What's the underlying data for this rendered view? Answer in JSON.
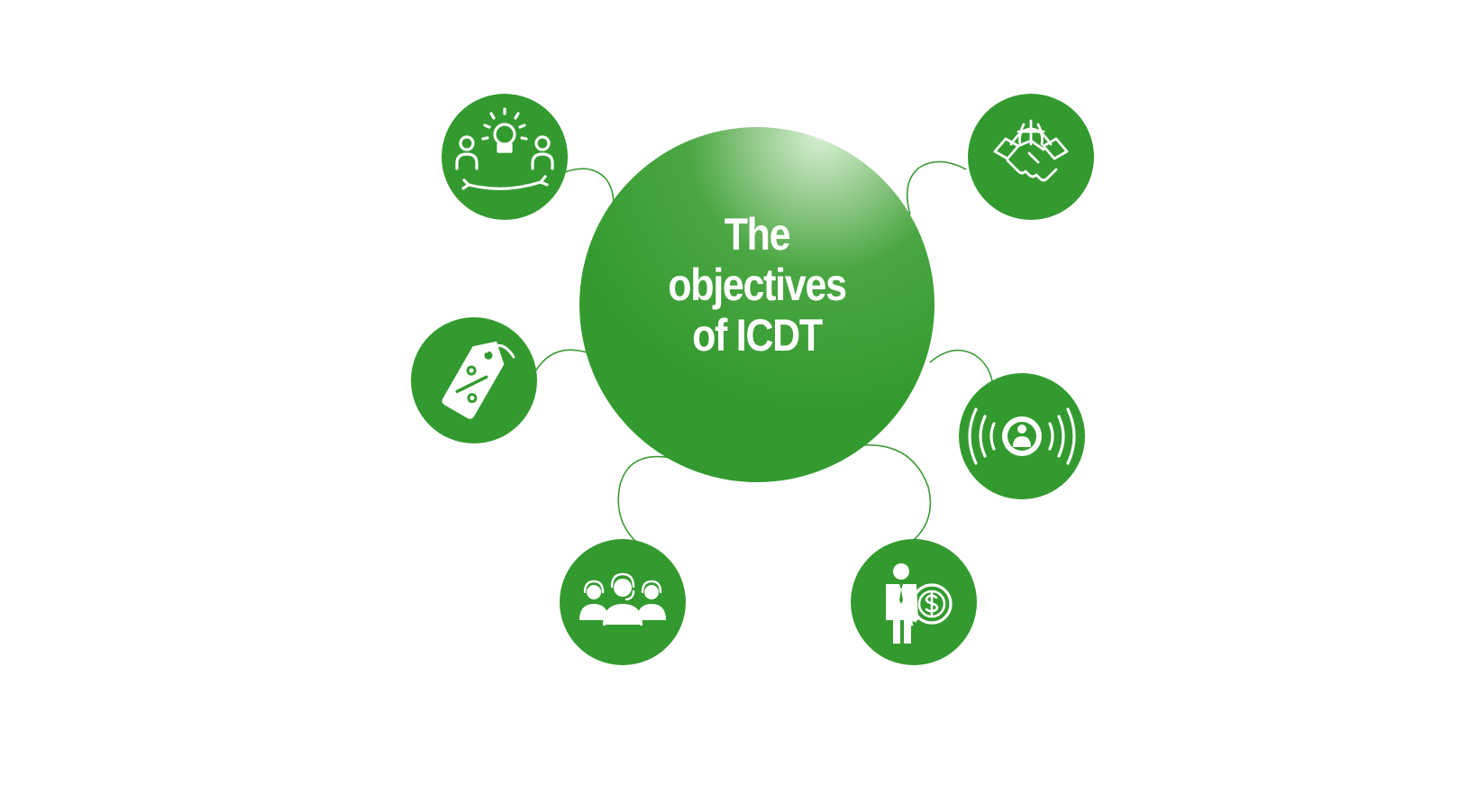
{
  "diagram": {
    "title_lines": [
      "The",
      "objectives",
      "of ICDT"
    ],
    "colors": {
      "primary_green": "#339a2f",
      "connector": "#3d9a36",
      "icon": "#ffffff",
      "background": "#ffffff"
    },
    "nodes": [
      {
        "id": "collaboration",
        "icon": "people-idea-exchange-icon"
      },
      {
        "id": "global-partnership",
        "icon": "globe-handshake-icon"
      },
      {
        "id": "discount",
        "icon": "price-tag-percent-icon"
      },
      {
        "id": "broadcast",
        "icon": "person-broadcast-icon"
      },
      {
        "id": "customer-support",
        "icon": "headset-team-icon"
      },
      {
        "id": "investment",
        "icon": "businessman-dollar-icon"
      }
    ]
  }
}
